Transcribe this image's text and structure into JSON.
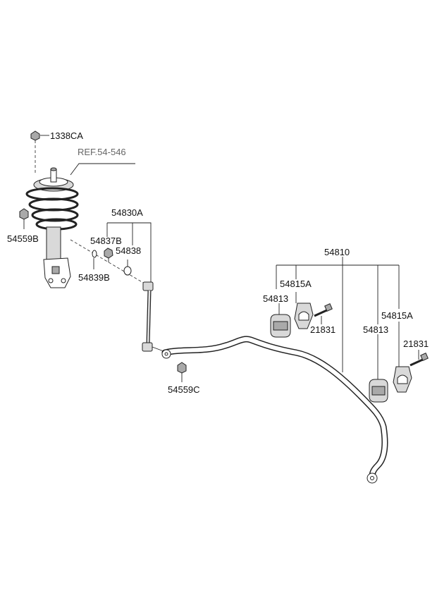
{
  "labels": {
    "l1338CA": "1338CA",
    "ref54546": "REF.54-546",
    "l54559B": "54559B",
    "l54830A": "54830A",
    "l54837B": "54837B",
    "l54838": "54838",
    "l54839B": "54839B",
    "l54810": "54810",
    "l54815A_left": "54815A",
    "l54813_left": "54813",
    "l21831_left": "21831",
    "l54815A_right": "54815A",
    "l54813_right": "54813",
    "l21831_right": "21831",
    "l54559C": "54559C"
  }
}
